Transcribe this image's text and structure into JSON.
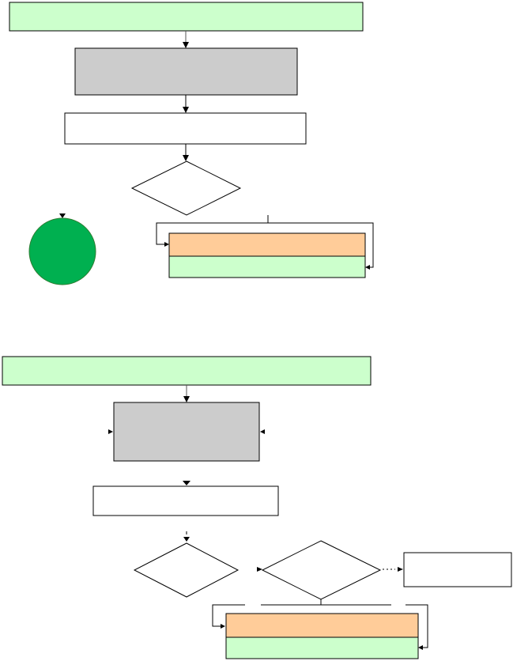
{
  "colors": {
    "green_box": "#ccffcc",
    "gray_box": "#cccccc",
    "white_box": "#ffffff",
    "orange_box": "#ffcc99",
    "circle": "#00b050",
    "stroke": "#000000",
    "connector": "#555555"
  },
  "icons": [
    "arrowhead-down",
    "arrowhead-right",
    "arrowhead-left"
  ],
  "flowchart_top": {
    "nodes": [
      {
        "id": "top-green-box",
        "shape": "rectangle",
        "fill": "green_box",
        "label": ""
      },
      {
        "id": "top-gray-box",
        "shape": "rectangle",
        "fill": "gray_box",
        "label": ""
      },
      {
        "id": "top-white-box",
        "shape": "rectangle",
        "fill": "white_box",
        "label": ""
      },
      {
        "id": "top-decision",
        "shape": "diamond",
        "fill": "white_box",
        "label": ""
      },
      {
        "id": "top-orange-bar",
        "shape": "rectangle",
        "fill": "orange_box",
        "label": ""
      },
      {
        "id": "top-green-bar",
        "shape": "rectangle",
        "fill": "green_box",
        "label": ""
      },
      {
        "id": "green-circle",
        "shape": "circle",
        "fill": "circle",
        "label": ""
      }
    ]
  },
  "flowchart_bottom": {
    "nodes": [
      {
        "id": "bottom-green-box",
        "shape": "rectangle",
        "fill": "green_box",
        "label": ""
      },
      {
        "id": "bottom-gray-box",
        "shape": "rectangle",
        "fill": "gray_box",
        "label": ""
      },
      {
        "id": "bottom-white-box",
        "shape": "rectangle",
        "fill": "white_box",
        "label": ""
      },
      {
        "id": "bottom-decision-left",
        "shape": "diamond",
        "fill": "white_box",
        "label": ""
      },
      {
        "id": "bottom-decision-right",
        "shape": "diamond",
        "fill": "white_box",
        "label": ""
      },
      {
        "id": "bottom-side-box",
        "shape": "rectangle",
        "fill": "white_box",
        "label": ""
      },
      {
        "id": "bottom-orange-bar",
        "shape": "rectangle",
        "fill": "orange_box",
        "label": ""
      },
      {
        "id": "bottom-green-bar",
        "shape": "rectangle",
        "fill": "green_box",
        "label": ""
      }
    ]
  }
}
